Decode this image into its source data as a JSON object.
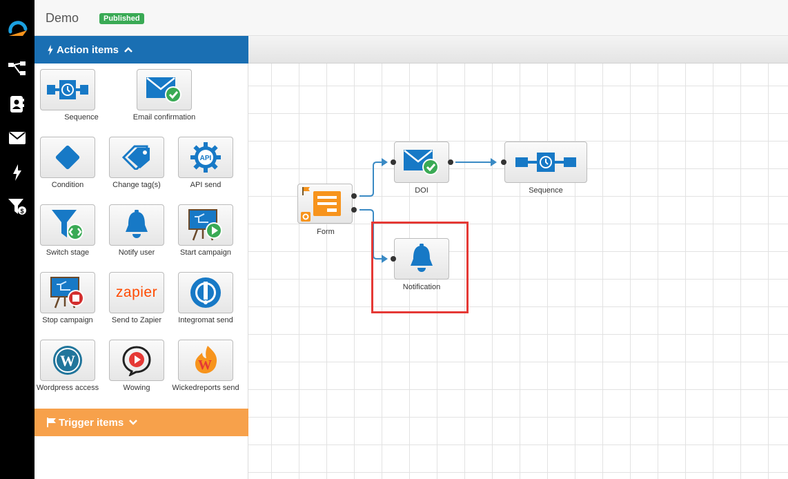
{
  "header": {
    "title": "Demo",
    "status_badge": "Published"
  },
  "nav": {
    "items": [
      "workflow-icon",
      "contacts-icon",
      "mail-icon",
      "bolt-icon",
      "funnel-dollar-icon"
    ]
  },
  "action_panel": {
    "title": "Action items",
    "items": [
      {
        "label": "Sequence",
        "icon": "sequence-icon"
      },
      {
        "label": "Email confirmation",
        "icon": "email-check-icon"
      },
      {
        "label": "Condition",
        "icon": "diamond-icon"
      },
      {
        "label": "Change tag(s)",
        "icon": "tags-icon"
      },
      {
        "label": "API send",
        "icon": "api-gear-icon"
      },
      {
        "label": "Switch stage",
        "icon": "funnel-switch-icon"
      },
      {
        "label": "Notify user",
        "icon": "bell-icon"
      },
      {
        "label": "Start campaign",
        "icon": "campaign-start-icon"
      },
      {
        "label": "Stop campaign",
        "icon": "campaign-stop-icon"
      },
      {
        "label": "Send to Zapier",
        "icon": "zapier-logo-icon",
        "logo_text": "zapier"
      },
      {
        "label": "Integromat send",
        "icon": "integromat-logo-icon"
      },
      {
        "label": "Wordpress access",
        "icon": "wordpress-logo-icon"
      },
      {
        "label": "Wowing",
        "icon": "wowing-logo-icon"
      },
      {
        "label": "Wickedreports send",
        "icon": "wickedreports-logo-icon"
      }
    ]
  },
  "trigger_panel": {
    "title": "Trigger items"
  },
  "canvas": {
    "nodes": [
      {
        "id": "form",
        "label": "Form",
        "icon": "form-icon"
      },
      {
        "id": "doi",
        "label": "DOI",
        "icon": "email-check-icon"
      },
      {
        "id": "sequence",
        "label": "Sequence",
        "icon": "sequence-icon"
      },
      {
        "id": "notification",
        "label": "Notification",
        "icon": "bell-icon"
      }
    ]
  },
  "colors": {
    "nav_bg": "#000000",
    "action_header": "#1a6fb3",
    "trigger_header": "#f7a14b",
    "badge": "#3aaa55",
    "icon_blue": "#1779c6",
    "highlight": "#e53935"
  }
}
